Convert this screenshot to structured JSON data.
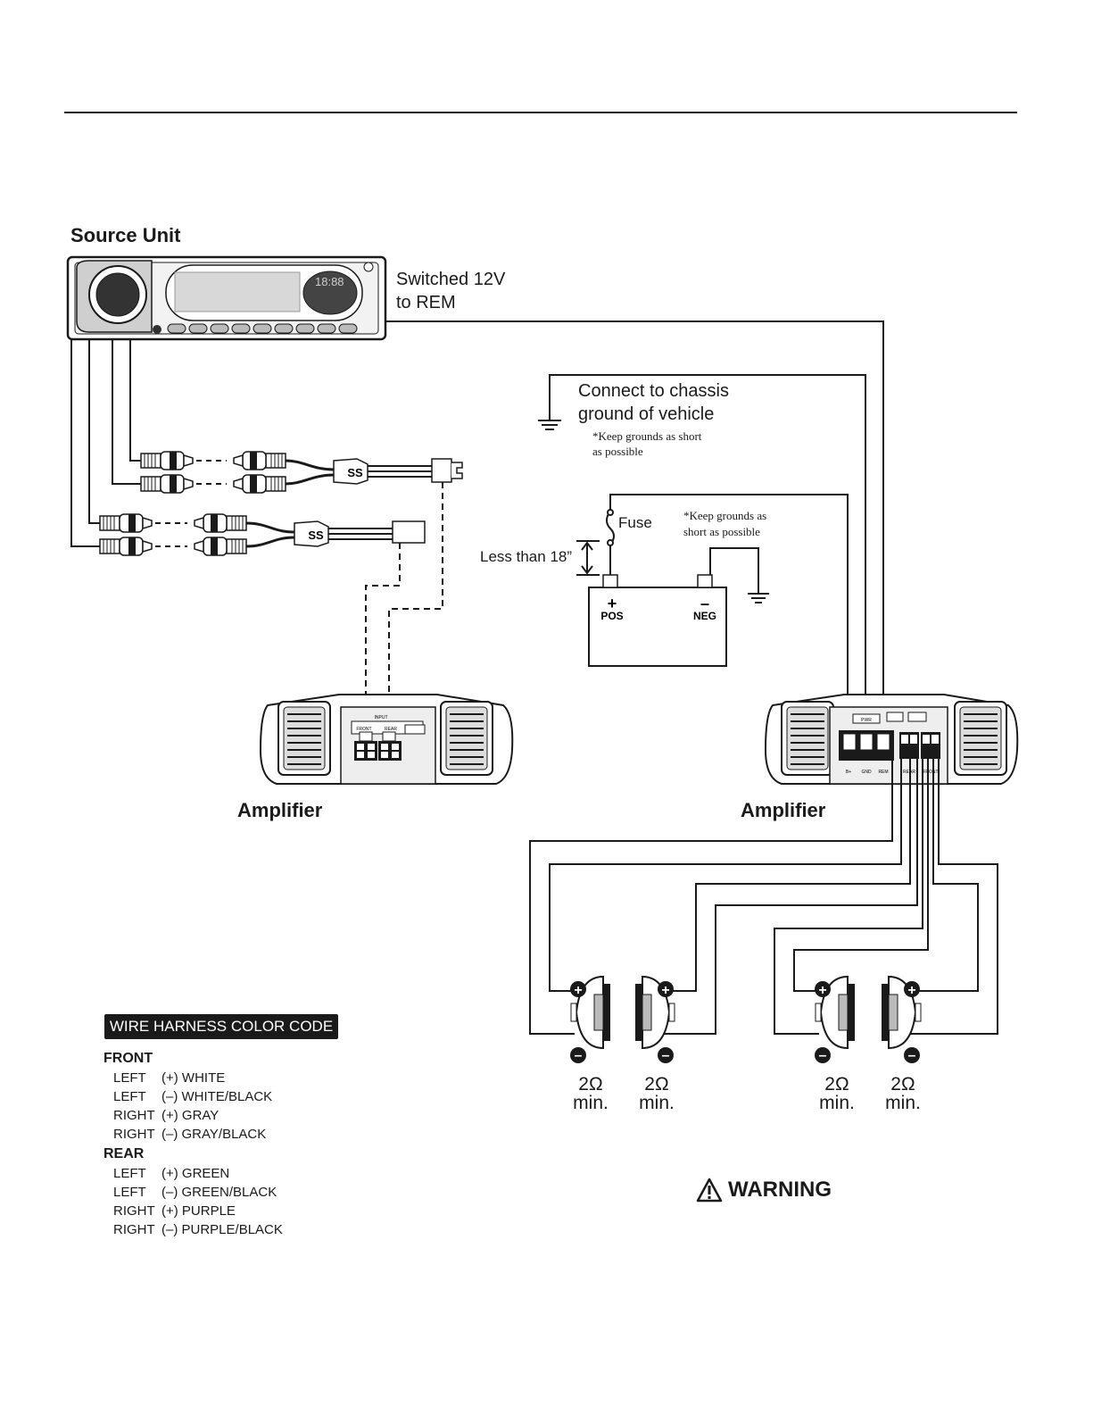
{
  "source_unit": {
    "title": "Source Unit",
    "display_time": "18:88"
  },
  "remote": {
    "line1": "Switched 12V",
    "line2": "to REM"
  },
  "ground": {
    "line1": "Connect to chassis",
    "line2": "ground of vehicle",
    "note1": "*Keep grounds as short",
    "note2": "as possible"
  },
  "battery": {
    "fuse_label": "Fuse",
    "distance_label": "Less than 18”",
    "note1": "*Keep grounds as",
    "note2": "short as possible",
    "pos_symbol": "+",
    "pos_label": "POS",
    "neg_symbol": "–",
    "neg_label": "NEG"
  },
  "amplifiers": [
    {
      "label": "Amplifier",
      "input_front": "FRONT",
      "input_rear": "REAR",
      "input_title": "INPUT"
    },
    {
      "label": "Amplifier",
      "term_bplus": "B+",
      "term_gnd": "GND",
      "term_rem": "REM",
      "term_rear": "REAR",
      "term_front": "FRONT",
      "power_title": "PWR"
    }
  ],
  "speakers": [
    {
      "impedance": "2Ω",
      "min": "min."
    },
    {
      "impedance": "2Ω",
      "min": "min."
    },
    {
      "impedance": "2Ω",
      "min": "min."
    },
    {
      "impedance": "2Ω",
      "min": "min."
    }
  ],
  "legend": {
    "header": "WIRE HARNESS COLOR CODE",
    "groups": [
      {
        "name": "FRONT",
        "rows": [
          {
            "side": "LEFT",
            "color": "(+) WHITE"
          },
          {
            "side": "LEFT",
            "color": "(–) WHITE/BLACK"
          },
          {
            "side": "RIGHT",
            "color": "(+) GRAY"
          },
          {
            "side": "RIGHT",
            "color": "(–) GRAY/BLACK"
          }
        ]
      },
      {
        "name": "REAR",
        "rows": [
          {
            "side": "LEFT",
            "color": "(+) GREEN"
          },
          {
            "side": "LEFT",
            "color": "(–) GREEN/BLACK"
          },
          {
            "side": "RIGHT",
            "color": "(+) PURPLE"
          },
          {
            "side": "RIGHT",
            "color": "(–) PURPLE/BLACK"
          }
        ]
      }
    ]
  },
  "warning": {
    "label": "WARNING"
  },
  "colors": {
    "ink": "#1a1a1a",
    "paper": "#ffffff",
    "panel": "#e6e6e6"
  }
}
